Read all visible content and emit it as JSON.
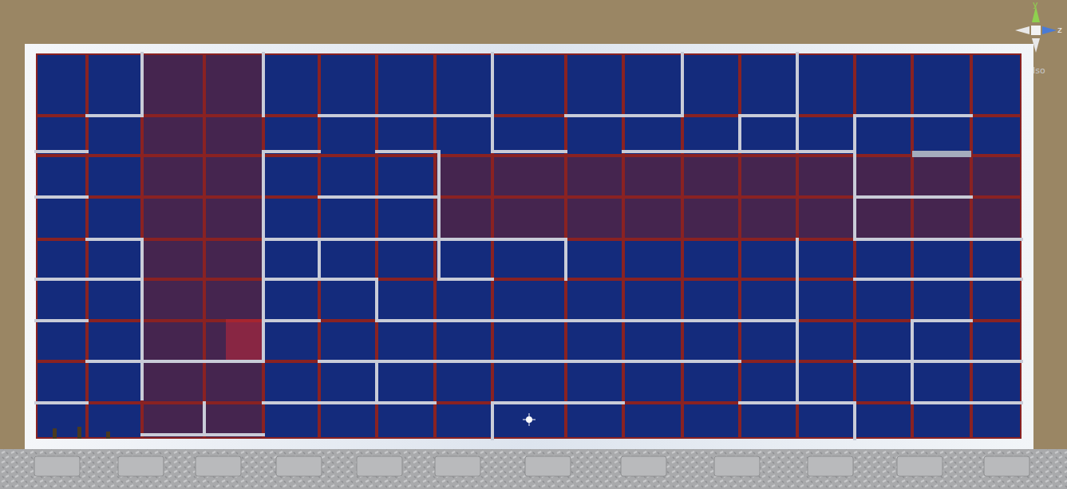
{
  "diagram": {
    "labels": [
      "y",
      "z",
      "Iso"
    ]
  }
}
